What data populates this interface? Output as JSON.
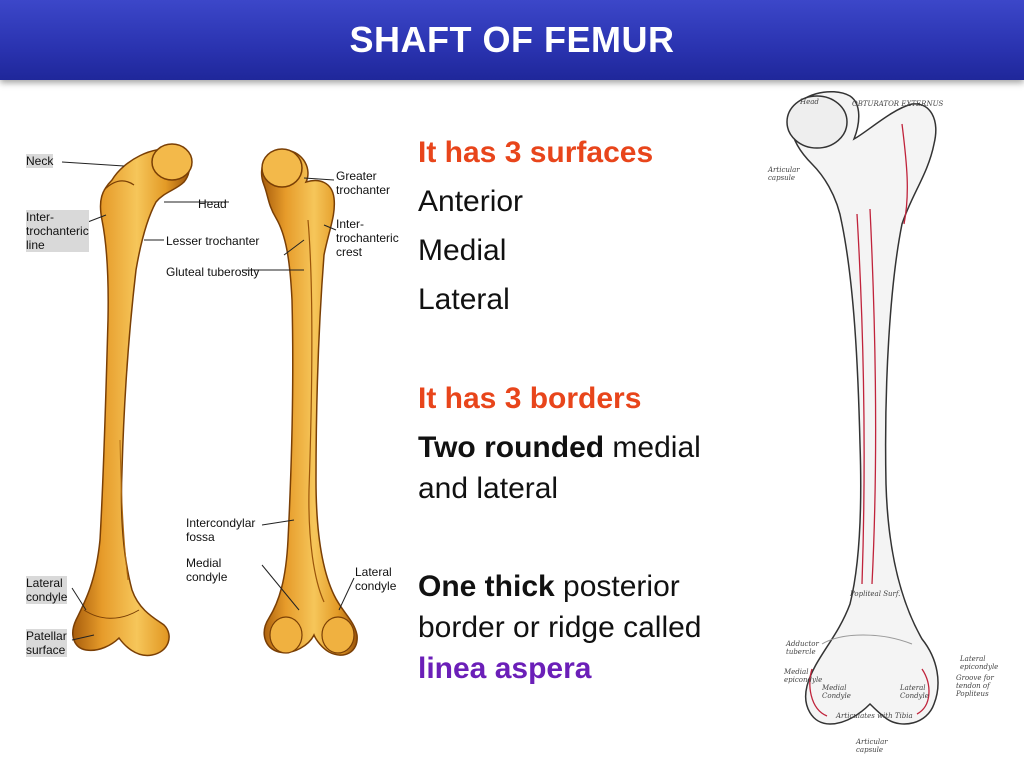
{
  "header": {
    "title": "SHAFT OF FEMUR"
  },
  "left_figure": {
    "labels": {
      "neck": "Neck",
      "head": "Head",
      "intertrochanteric_line": [
        "Inter-",
        "trochanteric",
        "line"
      ],
      "lesser_trochanter": "Lesser trochanter",
      "gluteal_tuberosity": "Gluteal tuberosity",
      "greater_trochanter": [
        "Greater",
        "trochanter"
      ],
      "intertrochanteric_crest": [
        "Inter-",
        "trochanteric",
        "crest"
      ],
      "intercondylar_fossa": [
        "Intercondylar",
        "fossa"
      ],
      "medial_condyle": [
        "Medial",
        "condyle"
      ],
      "lateral_condyle_left": [
        "Lateral",
        "condyle"
      ],
      "lateral_condyle_right": [
        "Lateral",
        "condyle"
      ],
      "patellar_surface": [
        "Patellar",
        "surface"
      ]
    }
  },
  "content": {
    "surfaces_heading": "It has 3 surfaces",
    "surfaces": [
      "Anterior",
      "Medial",
      "Lateral"
    ],
    "borders_heading": "It has 3 borders",
    "border1_bold": "Two rounded",
    "border1_rest": " medial",
    "border1_line2": "and lateral",
    "border2_bold": "One thick",
    "border2_rest": " posterior",
    "border2_line2": "border or ridge called",
    "border2_highlight": "linea aspera"
  },
  "right_figure": {
    "labels": {
      "head": "Head",
      "articular_capsule_top": [
        "Articular",
        "capsule"
      ],
      "obturator_externus": "OBTURATOR EXTERNUS",
      "lateral_epicondyle": [
        "Lateral",
        "epicondyle"
      ],
      "groove": [
        "Groove for",
        "tendon of",
        "Popliteus"
      ],
      "articular_capsule_bottom": [
        "Articular",
        "capsule"
      ],
      "medial_epicondyle": [
        "Medial",
        "epicondyle"
      ],
      "adductor_tubercle": [
        "Adductor",
        "tubercle"
      ],
      "medial_condyle": [
        "Medial",
        "Condyle"
      ],
      "lateral_condyle": [
        "Lateral",
        "Condyle"
      ],
      "popliteal_surface": "Popliteal Surf.",
      "articulates_with_tibia": "Articulates with Tibia"
    }
  },
  "colors": {
    "header": "#2a33b0",
    "heading_red": "#e8451b",
    "highlight_purple": "#6b1fb8",
    "bone": "#e8a22a"
  }
}
